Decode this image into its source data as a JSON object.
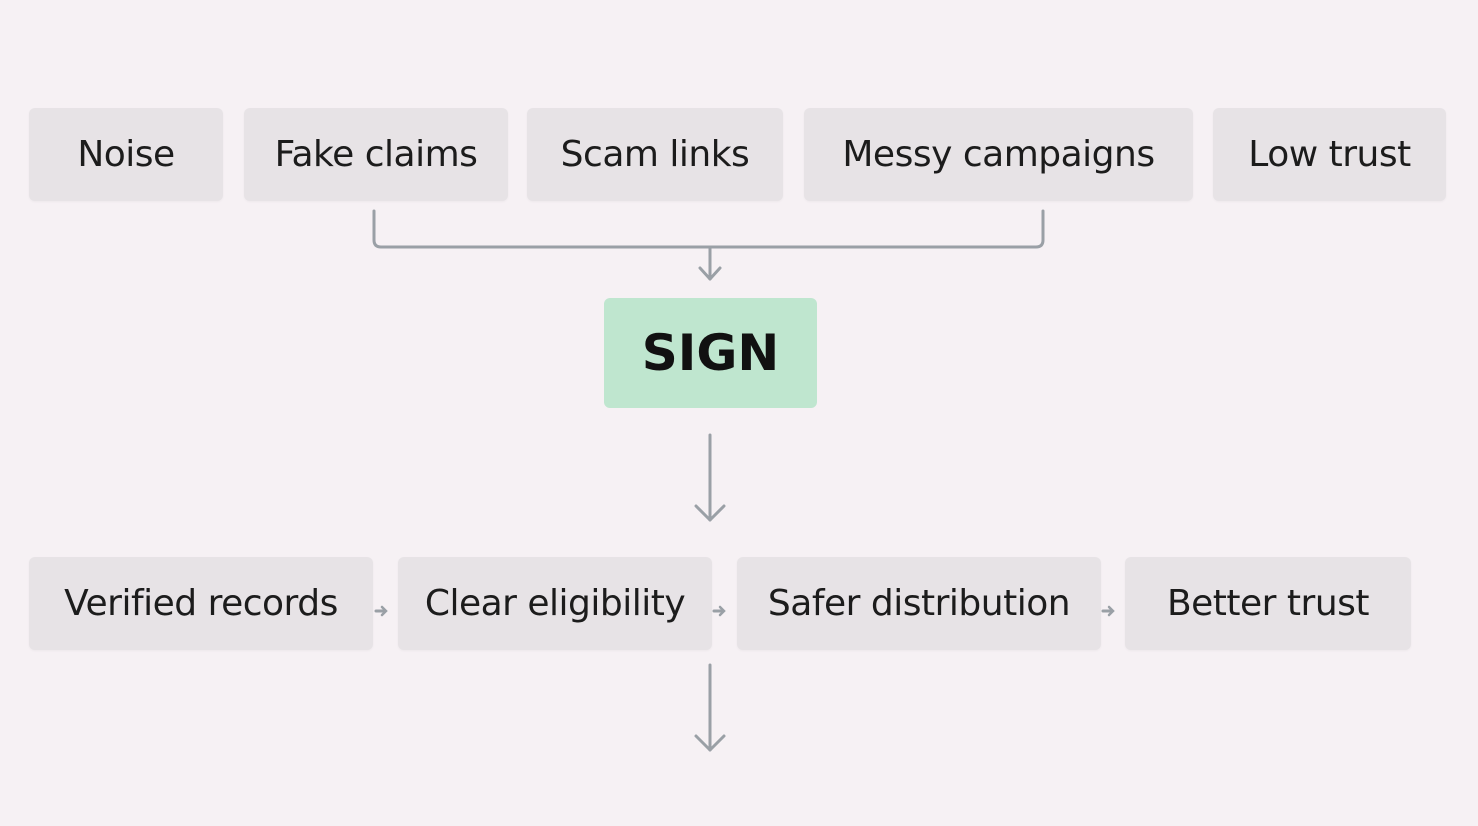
{
  "top_row": {
    "items": [
      {
        "label": "Noise"
      },
      {
        "label": "Fake claims"
      },
      {
        "label": "Scam links"
      },
      {
        "label": "Messy campaigns"
      },
      {
        "label": "Low trust"
      }
    ]
  },
  "center": {
    "label": "SIGN"
  },
  "bottom_row": {
    "items": [
      {
        "label": "Verified records"
      },
      {
        "label": "Clear eligibility"
      },
      {
        "label": "Safer distribution"
      },
      {
        "label": "Better trust"
      }
    ]
  },
  "colors": {
    "background": "#f6f1f4",
    "box": "#e7e3e6",
    "center_box": "#bfe6cf",
    "connector": "#9aa0a6",
    "text": "#1c1c1c"
  }
}
